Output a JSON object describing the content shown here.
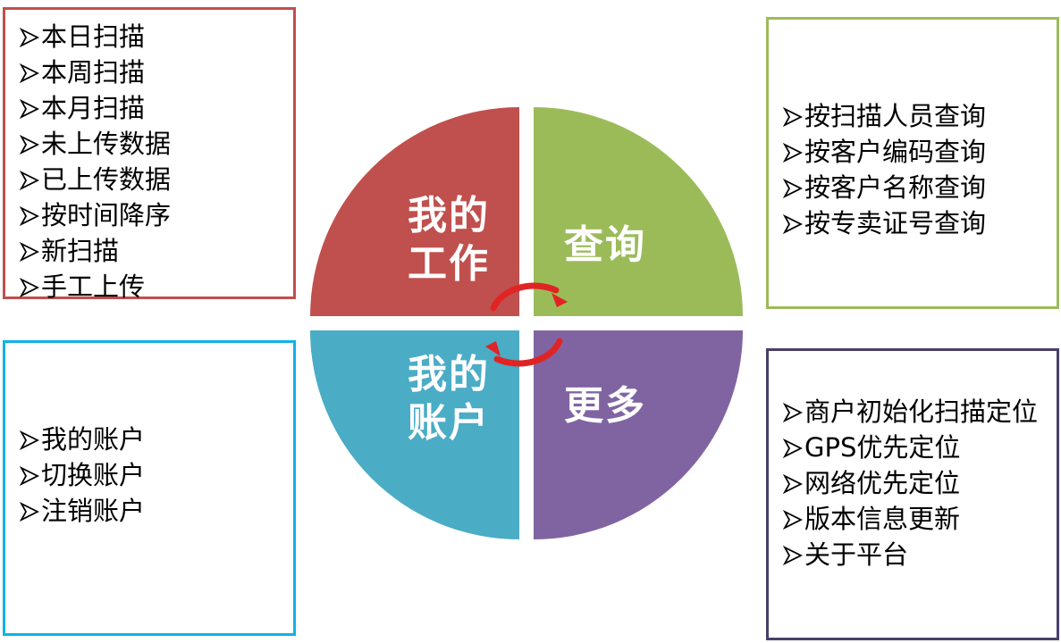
{
  "colors": {
    "my_work": "#c0504d",
    "query": "#9bbb59",
    "my_account": "#4bacc6",
    "more": "#8064a2",
    "arrows": "#e02424"
  },
  "quadrants": {
    "my_work": {
      "title": "我的\n工作"
    },
    "query": {
      "title": "查询"
    },
    "my_account": {
      "title": "我的\n账户"
    },
    "more": {
      "title": "更多"
    }
  },
  "my_work_menu": {
    "items": [
      "本日扫描",
      "本周扫描",
      "本月扫描",
      "未上传数据",
      "已上传数据",
      "按时间降序",
      "新扫描",
      "手工上传"
    ]
  },
  "query_menu": {
    "items": [
      "按扫描人员查询",
      "按客户编码查询",
      "按客户名称查询",
      "按专卖证号查询"
    ]
  },
  "my_account_menu": {
    "items": [
      "我的账户",
      "切换账户",
      "注销账户"
    ]
  },
  "more_menu": {
    "items": [
      "商户初始化扫描定位",
      "GPS优先定位",
      "网络优先定位",
      "版本信息更新",
      "关于平台"
    ]
  },
  "icons": {
    "bullet": "arrow-bullet-icon",
    "cycle": "cycle-arrows-icon"
  }
}
